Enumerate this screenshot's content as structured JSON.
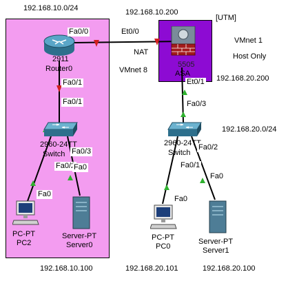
{
  "colors": {
    "area_left": "#f39cf0",
    "area_utm": "#8d0bd3",
    "link": "#000000",
    "link_up": "#2fb12f",
    "link_down": "#d11f1f"
  },
  "networks": {
    "left_subnet": "192.168.10.0/24",
    "utm_outside_ip": "192.168.10.200",
    "utm_tag": "[UTM]",
    "vmnet1": "VMnet 1",
    "host_only": "Host Only",
    "asa_inside_ip": "192.168.20.200",
    "vmnet8": "VMnet 8",
    "nat": "NAT",
    "right_subnet": "192.168.20.0/24",
    "pc2_ip": "192.168.10.100",
    "pc0_ip": "192.168.20.101",
    "server1_ip": "192.168.20.100"
  },
  "devices": {
    "router": {
      "model": "2911",
      "name": "Router0",
      "icon": "router-icon"
    },
    "asa": {
      "model": "5505",
      "name": "ASA",
      "icon": "firewall-icon"
    },
    "switch_left": {
      "model": "2960-24TT",
      "name": "Switch",
      "icon": "switch-icon"
    },
    "switch_right": {
      "model": "2960-24TT",
      "name": "Switch",
      "icon": "switch-icon"
    },
    "pc2": {
      "model": "PC-PT",
      "name": "PC2",
      "icon": "pc-icon"
    },
    "server0": {
      "model": "Server-PT",
      "name": "Server0",
      "icon": "server-icon"
    },
    "pc0": {
      "model": "PC-PT",
      "name": "PC0",
      "icon": "pc-icon"
    },
    "server1": {
      "model": "Server-PT",
      "name": "Server1",
      "icon": "server-icon"
    }
  },
  "ports": {
    "router_fa0_0": "Fa0/0",
    "asa_et0_0": "Et0/0",
    "router_fa0_1": "Fa0/1",
    "swl_fa0_1": "Fa0/1",
    "swl_fa0_3": "Fa0/3",
    "swl_fa0_2": "Fa0/2",
    "server0_fa0": "Fa0",
    "pc2_fa0": "Fa0",
    "asa_et0_1": "Et0/1",
    "swr_fa0_3": "Fa0/3",
    "swr_fa0_2": "Fa0/2",
    "swr_fa0_1": "Fa0/1",
    "server1_fa0": "Fa0",
    "pc0_fa0": "Fa0"
  }
}
